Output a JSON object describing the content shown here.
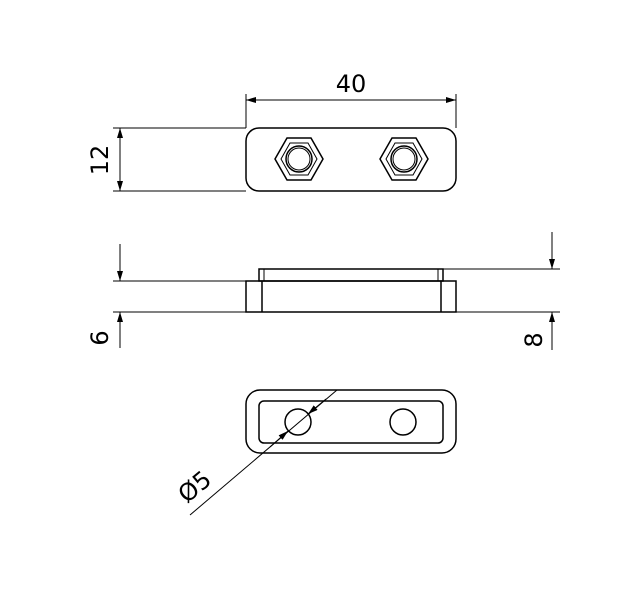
{
  "dimensions": {
    "length": "40",
    "width": "12",
    "base_height": "6",
    "total_height": "8",
    "hole_diameter": "Ø5"
  }
}
